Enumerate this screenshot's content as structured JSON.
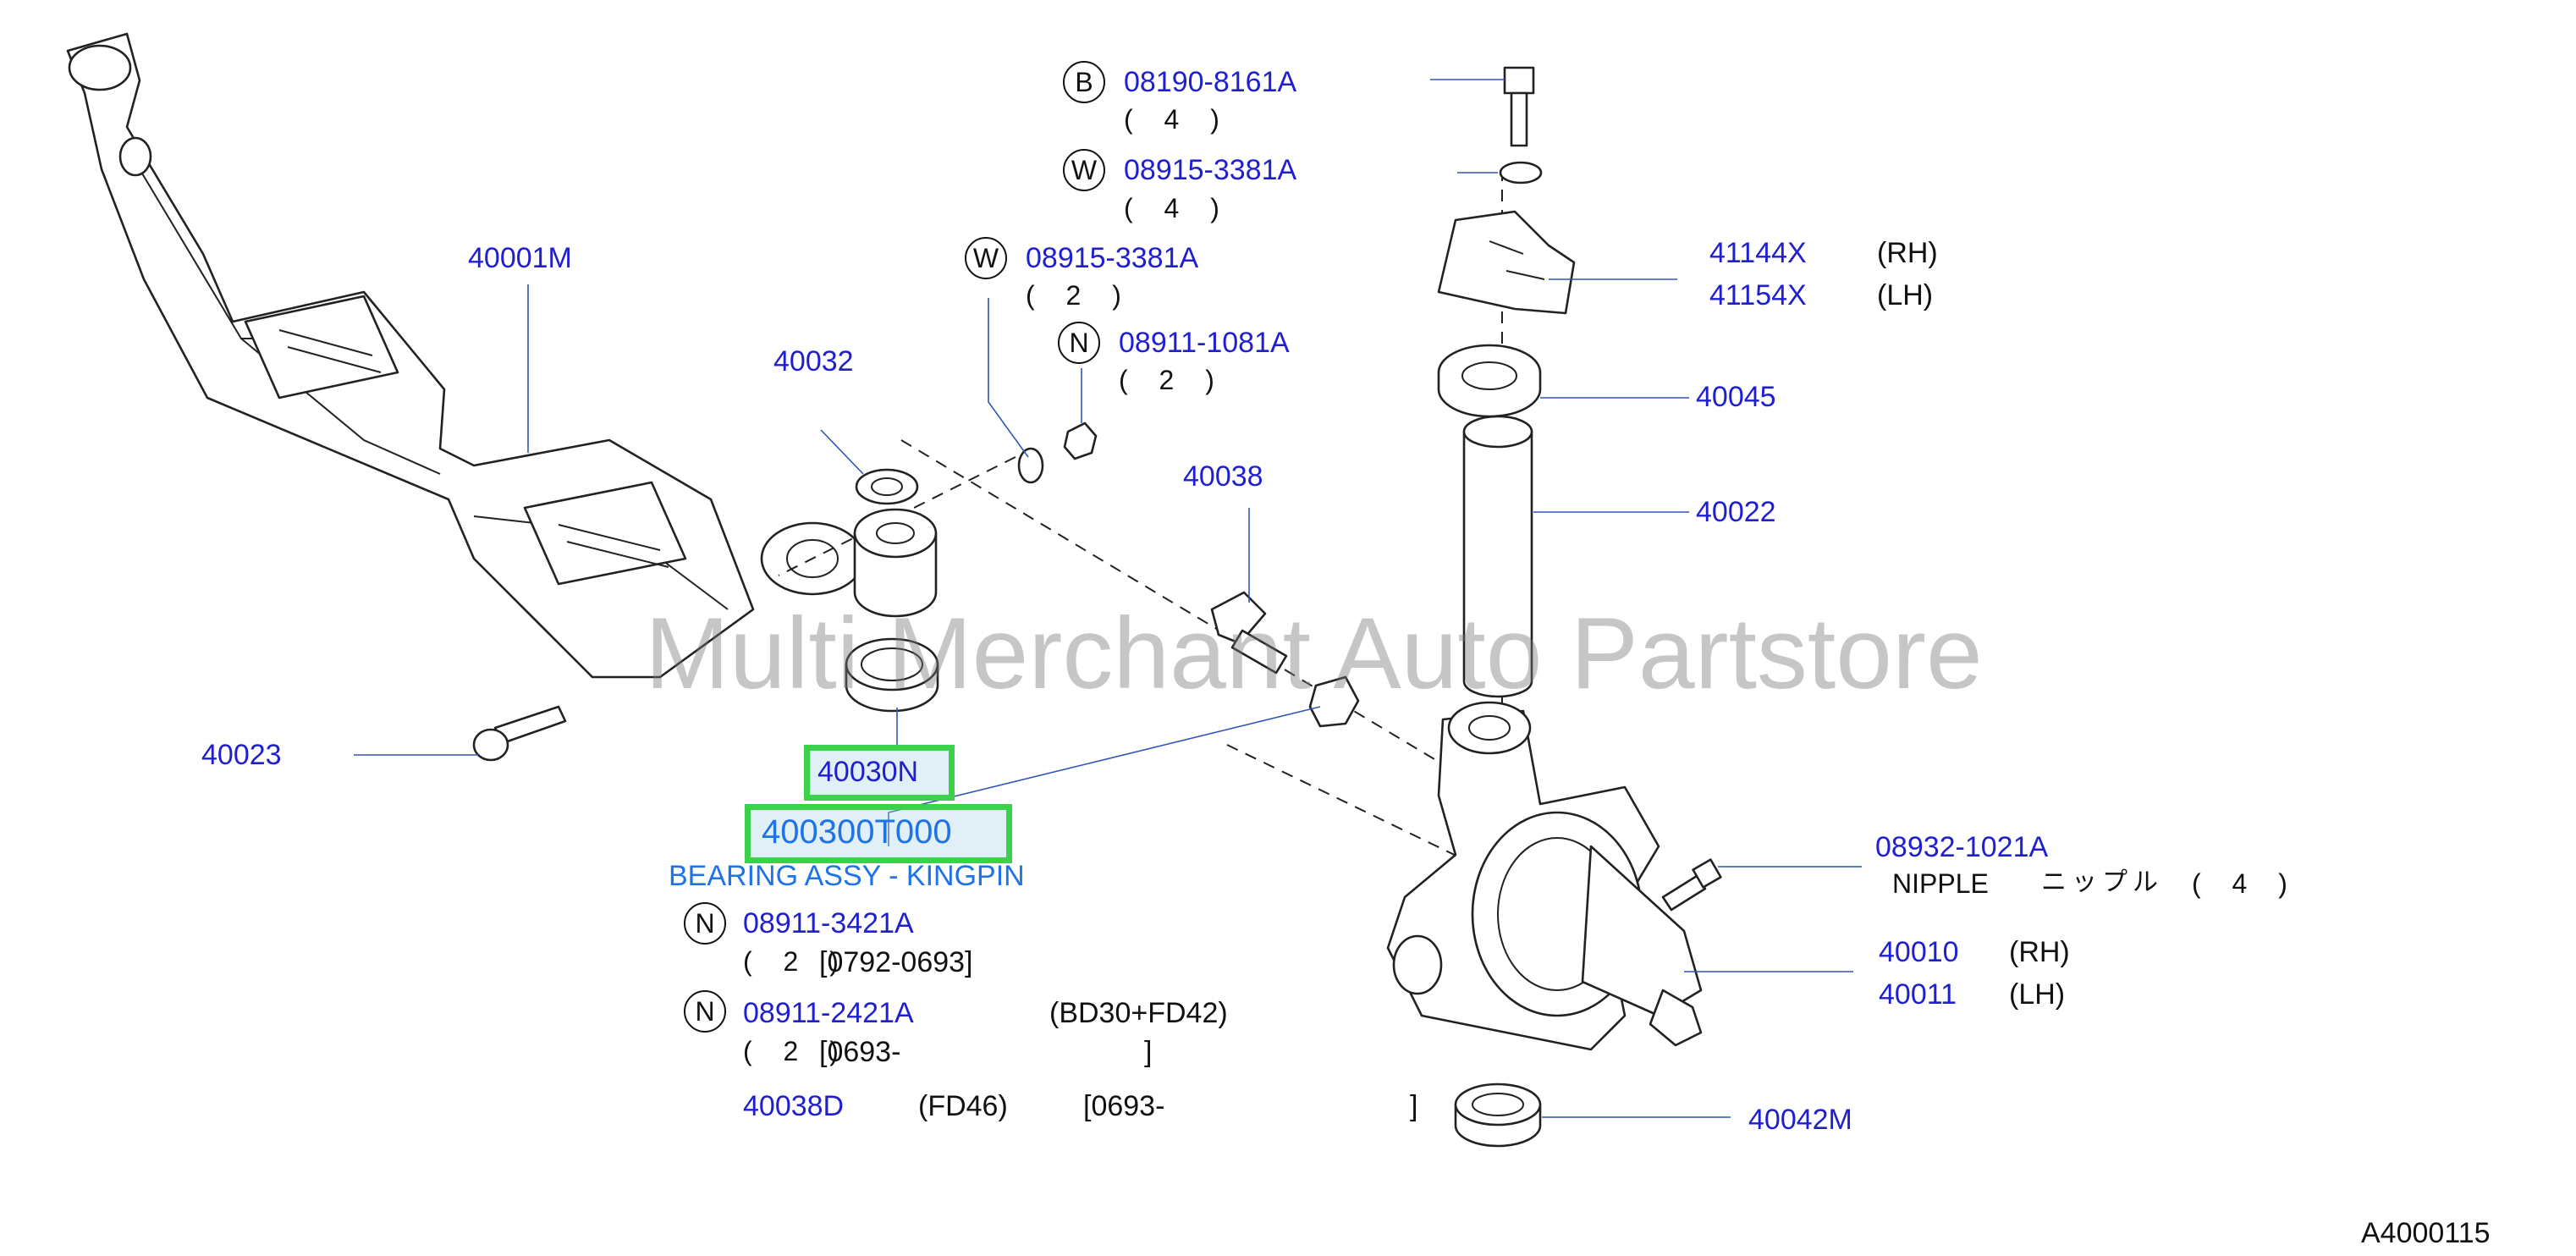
{
  "parts": {
    "p40001M": "40001M",
    "p40032": "40032",
    "p40023": "40023",
    "p40030N": "40030N",
    "highlight_part": "400300T000",
    "highlight_desc": "BEARING ASSY - KINGPIN",
    "p40038": "40038",
    "p40038D": "40038D",
    "p40038D_model": "(FD46)",
    "p40038D_date": "[0693-",
    "p40038D_close": "]",
    "nut1_letter": "N",
    "nut1_part": "08911-3421A",
    "nut1_qty": "( 2 )",
    "nut1_date": "[0792-0693]",
    "nut2_letter": "N",
    "nut2_part": "08911-2421A",
    "nut2_model": "(BD30+FD42)",
    "nut2_qty": "( 2 )",
    "nut2_date": "[0693-",
    "nut2_close": "]",
    "bolt_letter": "B",
    "bolt_part": "08190-8161A",
    "bolt_qty": "( 4 )",
    "washer1_letter": "W",
    "washer1_part": "08915-3381A",
    "washer1_qty": "( 4 )",
    "washer2_letter": "W",
    "washer2_part": "08915-3381A",
    "washer2_qty": "( 2 )",
    "nut3_letter": "N",
    "nut3_part": "08911-1081A",
    "nut3_qty": "( 2 )",
    "p41144X": "41144X",
    "p41144X_side": "(RH)",
    "p41154X": "41154X",
    "p41154X_side": "(LH)",
    "p40045": "40045",
    "p40022": "40022",
    "nipple_part": "08932-1021A",
    "nipple_name": "NIPPLE",
    "nipple_jp": "ニップル",
    "nipple_qty": "( 4 )",
    "p40010": "40010",
    "p40010_side": "(RH)",
    "p40011": "40011",
    "p40011_side": "(LH)",
    "p40042M": "40042M",
    "diagram_code": "A4000115"
  },
  "watermark": "Multi Merchant Auto Partstore",
  "colors": {
    "label_blue": "#1f1fd0",
    "highlight_text": "#1e73e8",
    "highlight_border": "#3bd14a",
    "leader": "#2f56b8"
  }
}
